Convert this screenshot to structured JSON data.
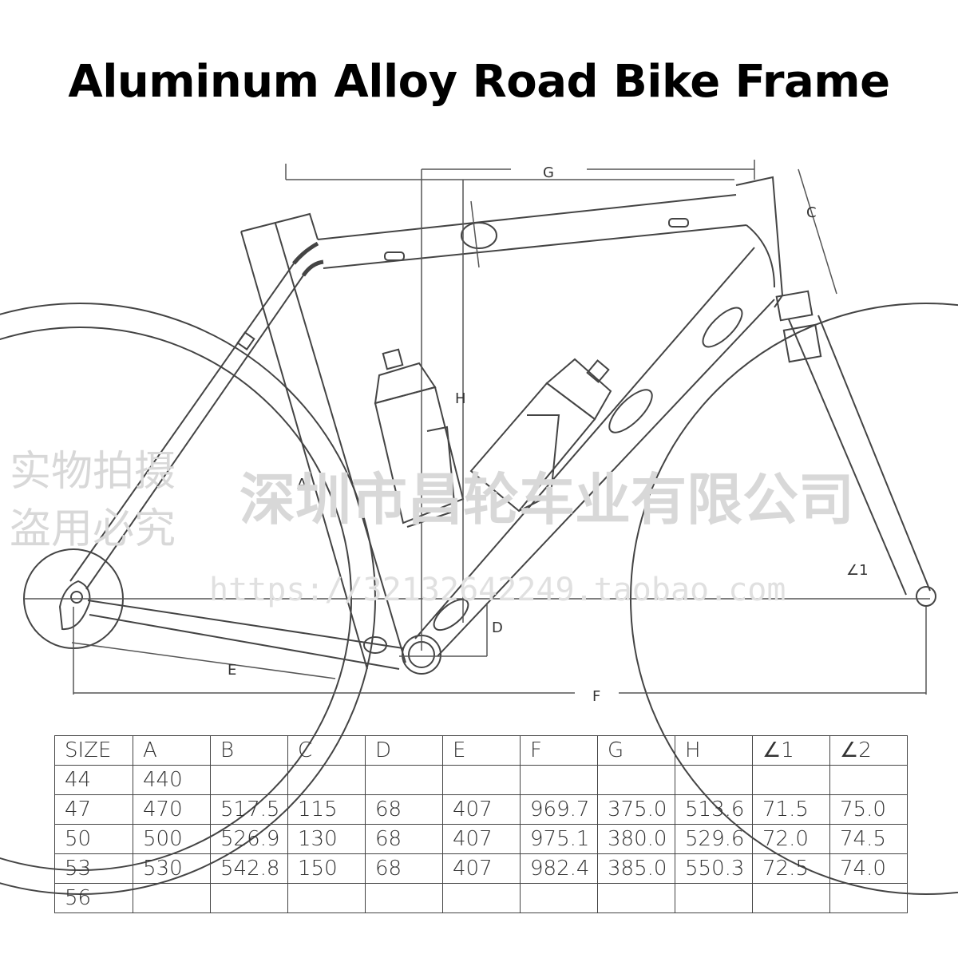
{
  "title": "Aluminum Alloy Road Bike Frame",
  "watermark": {
    "left_line1": "实物拍摄",
    "left_line2": "盗用必究",
    "company": "深圳市昌轮车业有限公司",
    "url": "https://32132642249.taobao.com"
  },
  "dimension_labels": {
    "A": "A",
    "C": "C",
    "D": "D",
    "E": "E",
    "F": "F",
    "G": "G",
    "H": "H",
    "L1": "∠1"
  },
  "table": {
    "headers": [
      "SIZE",
      "A",
      "B",
      "C",
      "D",
      "E",
      "F",
      "G",
      "H",
      "∠1",
      "∠2"
    ],
    "rows": [
      [
        "44",
        "440",
        "",
        "",
        "",
        "",
        "",
        "",
        "",
        "",
        ""
      ],
      [
        "47",
        "470",
        "517.5",
        "115",
        "68",
        "407",
        "969.7",
        "375.0",
        "513.6",
        "71.5",
        "75.0"
      ],
      [
        "50",
        "500",
        "526.9",
        "130",
        "68",
        "407",
        "975.1",
        "380.0",
        "529.6",
        "72.0",
        "74.5"
      ],
      [
        "53",
        "530",
        "542.8",
        "150",
        "68",
        "407",
        "982.4",
        "385.0",
        "550.3",
        "72.5",
        "74.0"
      ],
      [
        "56",
        "",
        "",
        "",
        "",
        "",
        "",
        "",
        "",
        "",
        ""
      ]
    ]
  }
}
